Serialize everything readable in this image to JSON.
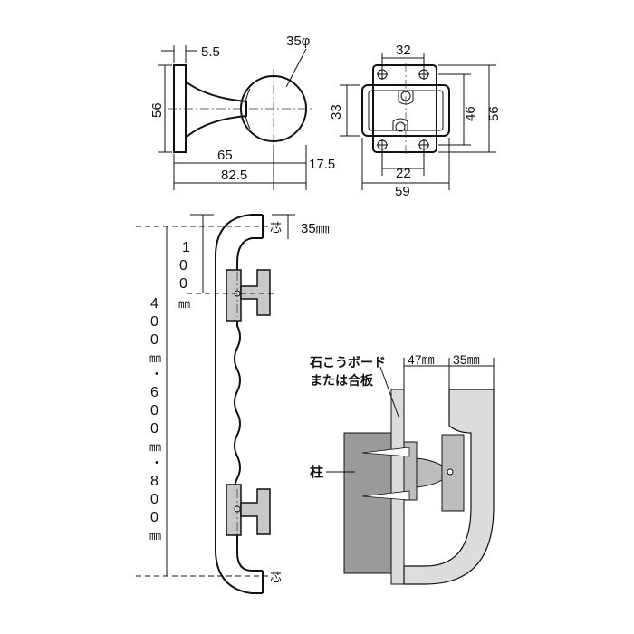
{
  "top_side_view": {
    "flange_thickness": "5.5",
    "ball_diameter": "35φ",
    "height": "56",
    "length_to_center": "65",
    "overall_length": "82.5",
    "ball_radius": "17.5"
  },
  "top_front_view": {
    "top_width": "32",
    "height_outer": "56",
    "height_inner": "46",
    "left_height": "33",
    "bottom_inner": "22",
    "bottom_overall": "59"
  },
  "rail_view": {
    "end_offset": "35㎜",
    "first_bracket_distance": [
      "1",
      "0",
      "0",
      "㎜"
    ],
    "length_options": [
      "4",
      "0",
      "0",
      "㎜",
      "・",
      "6",
      "0",
      "0",
      "㎜",
      "・",
      "8",
      "0",
      "0",
      "㎜"
    ],
    "center_label_top": "芯",
    "center_label_bottom": "芯"
  },
  "wall_detail": {
    "board_label_line1": "石こうボード",
    "board_label_line2": "または合板",
    "wall_gap": "47㎜",
    "rail_offset": "35㎜",
    "stud_label": "柱"
  },
  "colors": {
    "line": "#111111",
    "bracket_gray": "#c8c8c8",
    "stud_gray": "#9a9a9a",
    "board_gray": "#dcdcdc"
  }
}
